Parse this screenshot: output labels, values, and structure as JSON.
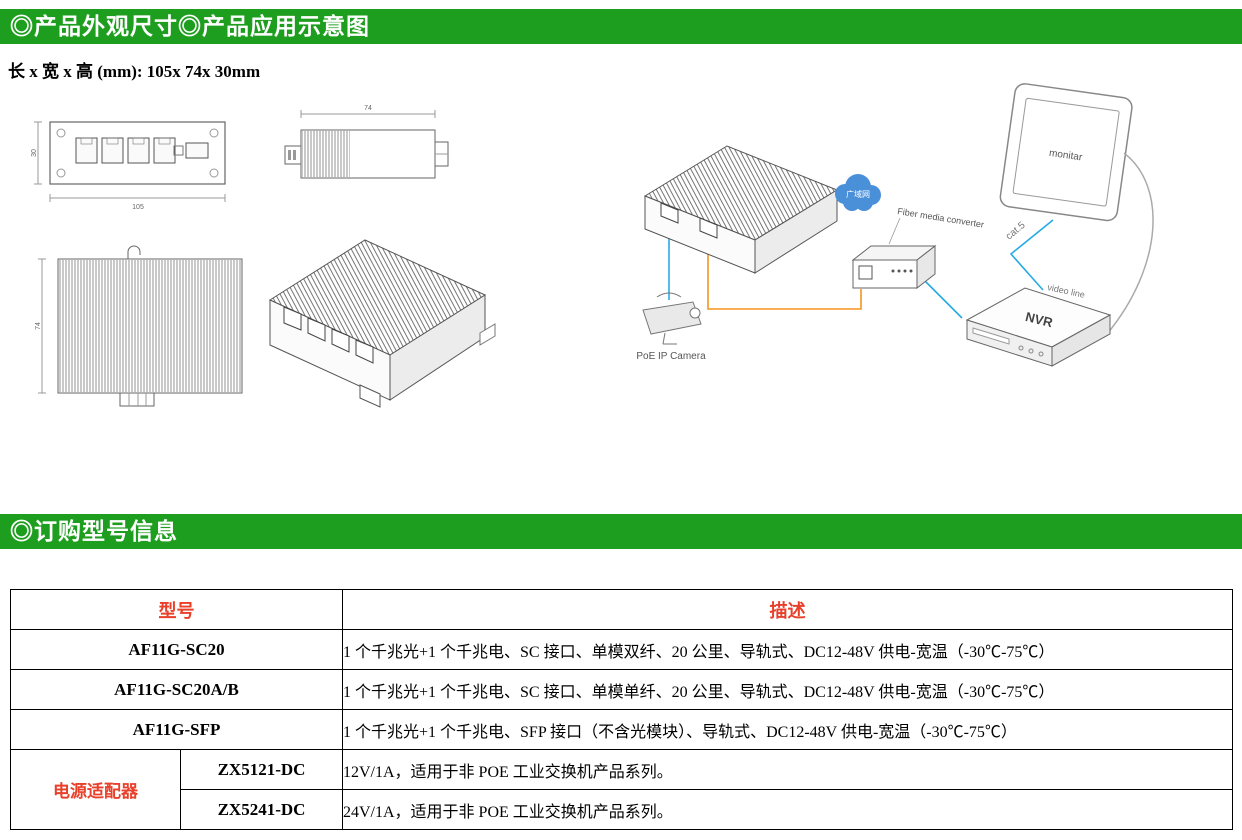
{
  "section_appearance": {
    "title": "◎产品外观尺寸◎产品应用示意图"
  },
  "dimensions_line": "长 x 宽 x 高 (mm): 105x 74x 30mm",
  "drawings": {
    "front": {
      "width_label": "105",
      "height_label": "30"
    },
    "side": {
      "width_label": "74"
    },
    "top": {
      "height_label": "74"
    }
  },
  "application": {
    "camera_label": "PoE IP Camera",
    "cloud_label": "广域网",
    "converter_label": "Fiber media converter",
    "monitor_label": "monitar",
    "nvr_label": "NVR",
    "cat5_label": "cat.5",
    "video_line_label": "video line"
  },
  "section_ordering": {
    "title": "◎订购型号信息"
  },
  "order_table": {
    "headers": {
      "model": "型号",
      "description": "描述"
    },
    "rows": [
      {
        "model": "AF11G-SC20",
        "description": "1 个千兆光+1 个千兆电、SC 接口、单模双纤、20 公里、导轨式、DC12-48V 供电-宽温（-30℃-75℃）"
      },
      {
        "model": "AF11G-SC20A/B",
        "description": "1 个千兆光+1 个千兆电、SC 接口、单模单纤、20 公里、导轨式、DC12-48V 供电-宽温（-30℃-75℃）"
      },
      {
        "model": "AF11G-SFP",
        "description": "1 个千兆光+1 个千兆电、SFP 接口（不含光模块）、导轨式、DC12-48V 供电-宽温（-30℃-75℃）"
      }
    ],
    "adapter_group": {
      "label": "电源适配器",
      "rows": [
        {
          "model": "ZX5121-DC",
          "description": "12V/1A，适用于非 POE 工业交换机产品系列。"
        },
        {
          "model": "ZX5241-DC",
          "description": "24V/1A，适用于非 POE 工业交换机产品系列。"
        }
      ]
    }
  },
  "colors": {
    "section_header_bg": "#1e9e1e",
    "table_header_text": "#e8402a"
  }
}
